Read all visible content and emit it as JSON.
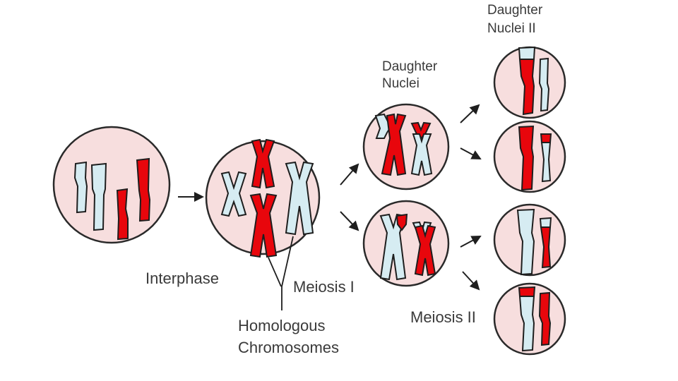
{
  "labels": {
    "interphase": "Interphase",
    "meiosis_1": "Meiosis I",
    "homologous_line1": "Homologous",
    "homologous_line2": "Chromosomes",
    "daughter_nuclei_line1": "Daughter",
    "daughter_nuclei_line2": "Nuclei",
    "daughter_nuclei_2_line1": "Daughter",
    "daughter_nuclei_2_line2": "Nuclei II",
    "meiosis_2": "Meiosis II"
  },
  "colors": {
    "cell_fill": "#f7dede",
    "cell_stroke": "#2a2a2a",
    "chromosome_red": "#e8060c",
    "chromosome_blue": "#d6ecf2",
    "outline": "#1e1e1e"
  }
}
